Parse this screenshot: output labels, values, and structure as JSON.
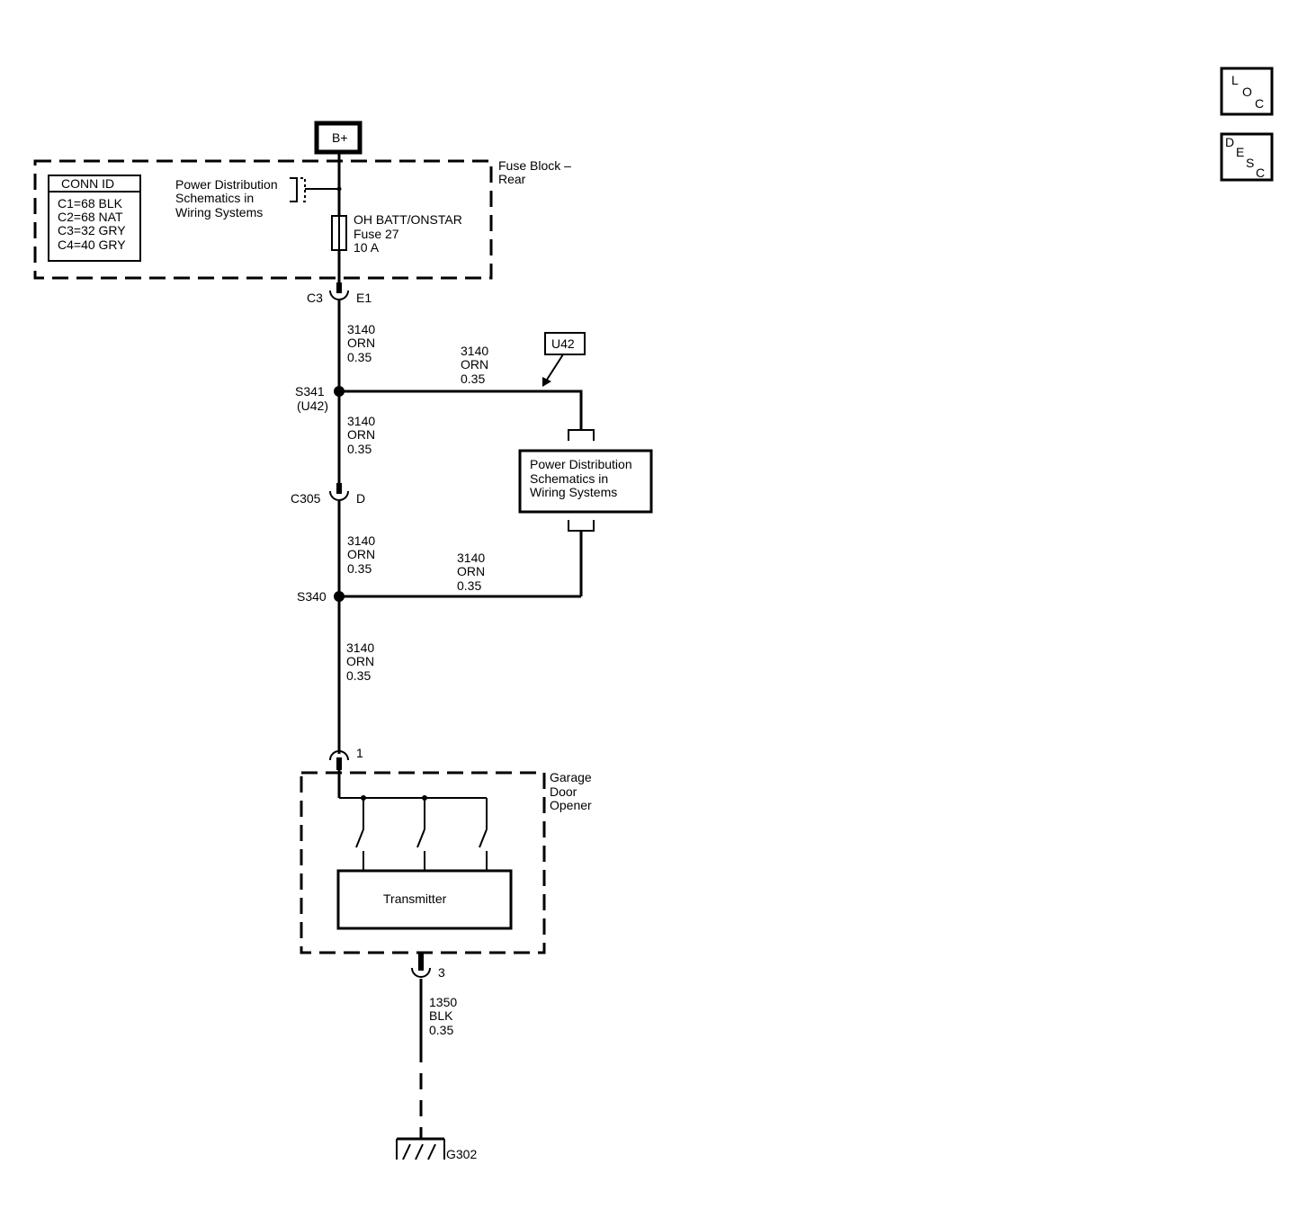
{
  "nav_buttons": {
    "loc": [
      "L",
      "O",
      "C"
    ],
    "desc": [
      "D",
      "E",
      "S",
      "C"
    ]
  },
  "power_source": "B+",
  "fuse_block": {
    "title": [
      "Fuse Block –",
      "Rear"
    ],
    "conn_id": {
      "header": "CONN ID",
      "rows": [
        "C1=68 BLK",
        "C2=68 NAT",
        "C3=32 GRY",
        "C4=40 GRY"
      ]
    },
    "ref_text": [
      "Power Distribution",
      "Schematics in",
      "Wiring Systems"
    ],
    "fuse": [
      "OH BATT/ONSTAR",
      "Fuse 27",
      "10 A"
    ]
  },
  "connectors": {
    "c3_left": "C3",
    "c3_right": "E1",
    "c305_left": "C305",
    "c305_right": "D",
    "gdo_pin_power": "1",
    "gdo_pin_ground": "3"
  },
  "splices": {
    "s341": [
      "S341",
      "(U42)"
    ],
    "s340": "S340"
  },
  "wires": {
    "w1": [
      "3140",
      "ORN",
      "0.35"
    ],
    "w2": [
      "3140",
      "ORN",
      "0.35"
    ],
    "w3": [
      "3140",
      "ORN",
      "0.35"
    ],
    "w4": [
      "3140",
      "ORN",
      "0.35"
    ],
    "w5": [
      "3140",
      "ORN",
      "0.35"
    ],
    "w6": [
      "3140",
      "ORN",
      "0.35"
    ],
    "ground": [
      "1350",
      "BLK",
      "0.35"
    ]
  },
  "option_tag": "U42",
  "pd_ref_box": [
    "Power Distribution",
    "Schematics in",
    "Wiring Systems"
  ],
  "garage_door_opener": {
    "title": [
      "Garage",
      "Door",
      "Opener"
    ],
    "transmitter": "Transmitter"
  },
  "ground_label": "G302"
}
